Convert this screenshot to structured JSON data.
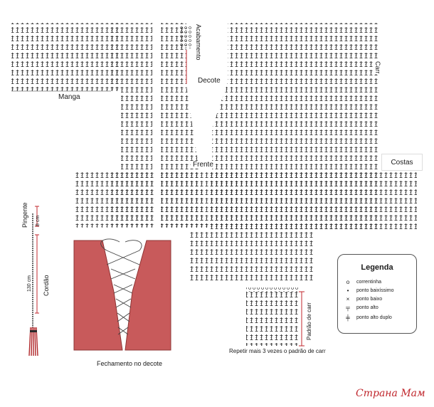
{
  "labels": {
    "manga": "Manga",
    "decote": "Decote",
    "acabamento": "Acabamento",
    "frente": "Frente",
    "costas": "Costas",
    "carr": "Carr",
    "pingente": "Pingente",
    "pingente_size": "8 cm",
    "cordao": "Cordão",
    "cordao_size": "130 cm",
    "fechamento": "Fechamento no decote",
    "padrao": "Padrão de carr",
    "repetir": "Repetir mais 3 vezes o padrão de carr"
  },
  "legend": {
    "title": "Legenda",
    "items": [
      {
        "symbol": "o",
        "label": "correntinha"
      },
      {
        "symbol": "•",
        "label": "ponto baixíssimo"
      },
      {
        "symbol": "×",
        "label": "ponto baixo"
      },
      {
        "symbol": "╤",
        "label": "ponto alto"
      },
      {
        "symbol": "╪",
        "label": "ponto alto duplo"
      }
    ]
  },
  "watermark": "Страна Мам",
  "colors": {
    "panel": "#c85a5b",
    "panel_edge": "#8e3535",
    "lace": "#444444",
    "stitch": "#2a2a2a",
    "tassel": "#b0272a",
    "size_mark": "#c0272d"
  }
}
